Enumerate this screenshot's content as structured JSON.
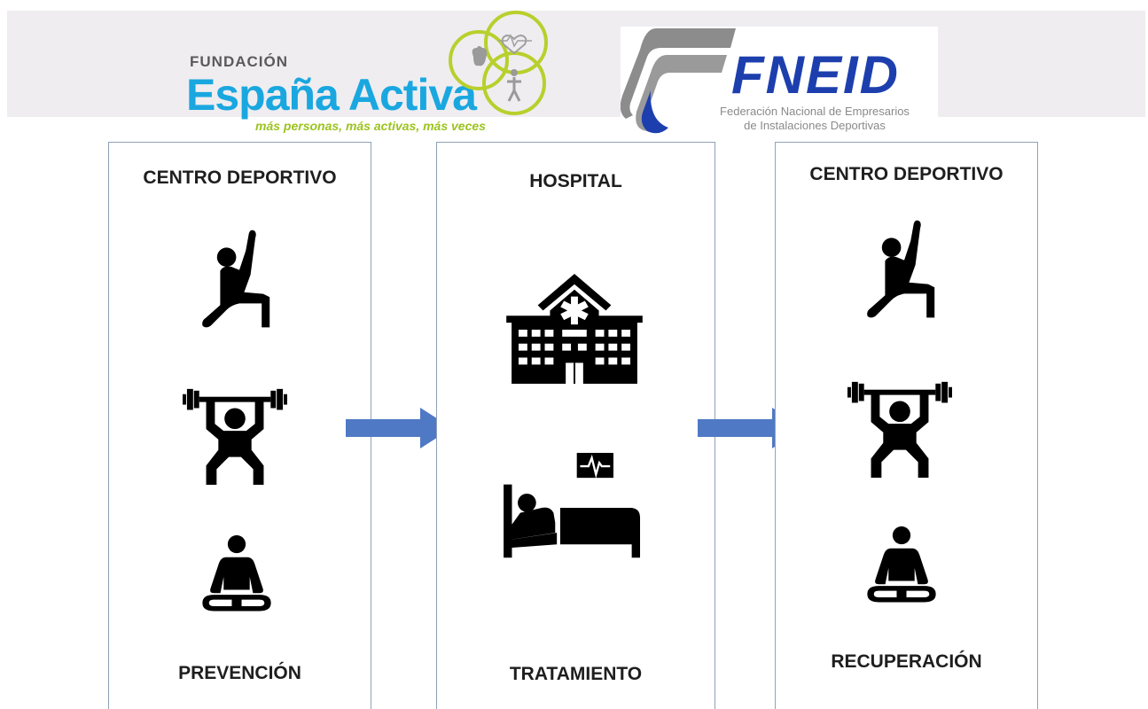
{
  "logos": {
    "espana_activa": {
      "fundacion": "FUNDACIÓN",
      "name": "España Activa",
      "tagline": "más personas, más activas, más veces"
    },
    "fneid": {
      "acronym": "FNEID",
      "full_name_line1": "Federación Nacional de Empresarios",
      "full_name_line2": "de Instalaciones Deportivas"
    }
  },
  "panels": [
    {
      "title": "CENTRO DEPORTIVO",
      "footer": "PREVENCIÓN",
      "icons": [
        "stretching-person-icon",
        "weightlifter-icon",
        "meditation-icon"
      ]
    },
    {
      "title": "HOSPITAL",
      "footer": "TRATAMIENTO",
      "icons": [
        "hospital-building-icon",
        "hospital-bed-patient-icon"
      ]
    },
    {
      "title": "CENTRO DEPORTIVO",
      "footer": "RECUPERACIÓN",
      "icons": [
        "stretching-person-icon",
        "weightlifter-icon",
        "meditation-icon"
      ]
    }
  ],
  "connectors": [
    "arrow-right-icon",
    "arrow-right-icon"
  ],
  "colors": {
    "arrow": "#4f79c4",
    "panel_border": "#8fa2b8",
    "espana_blue": "#1aa7e0",
    "espana_green": "#9cc31e",
    "fneid_blue": "#1d3fae",
    "header_band": "#efedf0"
  }
}
